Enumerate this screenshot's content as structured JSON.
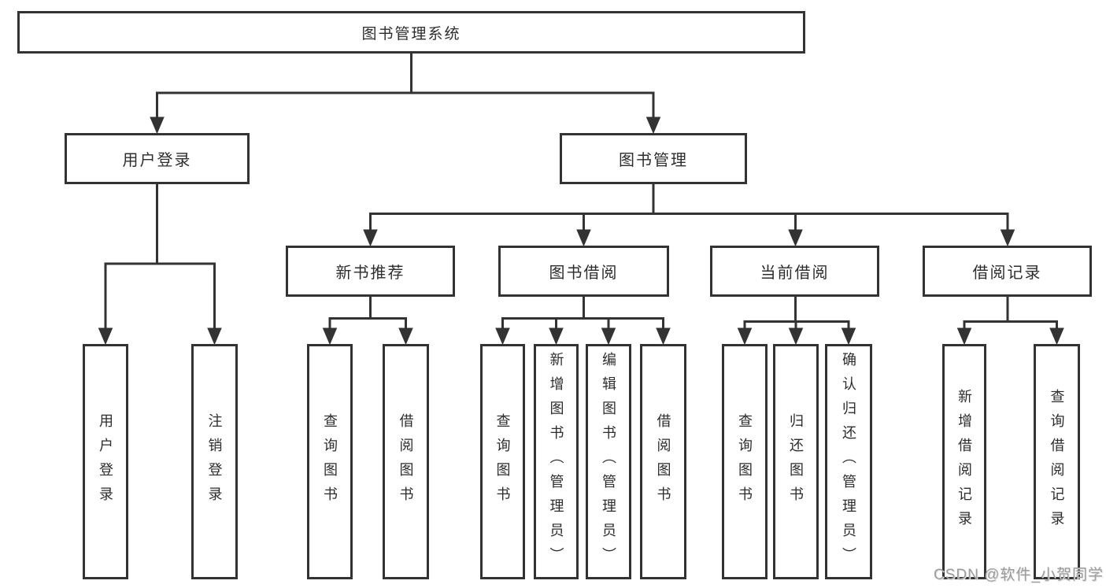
{
  "tree": {
    "root": {
      "label": "图书管理系统"
    },
    "children": [
      {
        "label": "用户登录",
        "children": [
          {
            "label": "用户登录"
          },
          {
            "label": "注销登录"
          }
        ]
      },
      {
        "label": "图书管理",
        "children": [
          {
            "label": "新书推荐",
            "children": [
              {
                "label": "查询图书"
              },
              {
                "label": "借阅图书"
              }
            ]
          },
          {
            "label": "图书借阅",
            "children": [
              {
                "label": "查询图书"
              },
              {
                "label": "新增图书（管理员）"
              },
              {
                "label": "编辑图书（管理员）"
              },
              {
                "label": "借阅图书"
              }
            ]
          },
          {
            "label": "当前借阅",
            "children": [
              {
                "label": "查询图书"
              },
              {
                "label": "归还图书"
              },
              {
                "label": "确认归还（管理员）"
              }
            ]
          },
          {
            "label": "借阅记录",
            "children": [
              {
                "label": "新增借阅记录"
              },
              {
                "label": "查询借阅记录"
              }
            ]
          }
        ]
      }
    ]
  },
  "watermark": {
    "text": "CSDN @软件_小贺同学"
  },
  "colors": {
    "line": "#333333",
    "border": "#333333",
    "text": "#2d2d2d",
    "watermark": "#9c9c9c",
    "background": "#ffffff"
  }
}
